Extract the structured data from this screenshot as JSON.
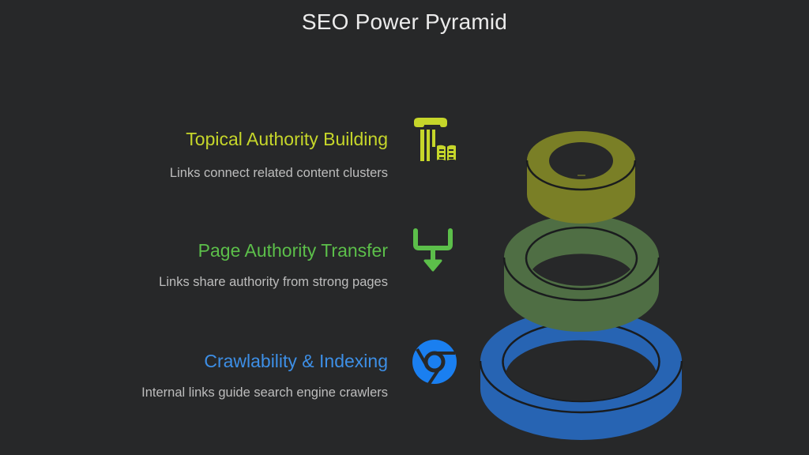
{
  "title": "SEO Power Pyramid",
  "levels": [
    {
      "title": "Topical Authority Building",
      "description": "Links connect related content clusters",
      "icon": "column-book-icon",
      "color": "#c6d62a",
      "ring_color": "#7a7f26"
    },
    {
      "title": "Page Authority Transfer",
      "description": "Links share authority from strong pages",
      "icon": "merge-arrow-icon",
      "color": "#5cbf4a",
      "ring_color": "#4f6e44"
    },
    {
      "title": "Crawlability & Indexing",
      "description": "Internal links guide search engine crawlers",
      "icon": "chrome-icon",
      "color": "#3d8fe6",
      "ring_color": "#2764b3"
    }
  ]
}
